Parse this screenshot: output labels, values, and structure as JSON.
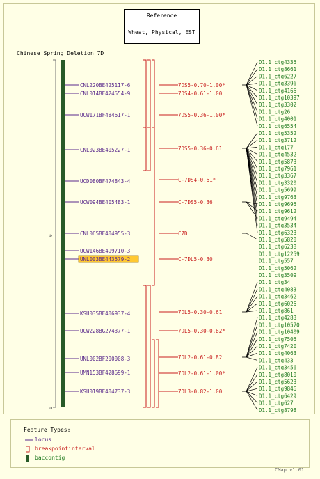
{
  "reference": {
    "line1": "Reference",
    "line2": "Wheat, Physical, EST"
  },
  "map": {
    "title": "Chinese_Spring_Deletion_7D",
    "ruler_top_label": "0",
    "ruler_bottom_label": "1"
  },
  "colors": {
    "locus": "#5a2a8c",
    "breakpoint": "#c81e1e",
    "contig": "#1f7a1f",
    "bar": "#285a28",
    "highlight_fill": "#ffc830"
  },
  "loci": [
    {
      "label": "CNL220BE425117-6",
      "highlight": false
    },
    {
      "label": "CNL014BE424554-9",
      "highlight": false
    },
    {
      "label": "UCW171BF484617-1",
      "highlight": false
    },
    {
      "label": "CNL023BE405227-1",
      "highlight": false
    },
    {
      "label": "UCD080BF474843-4",
      "highlight": false
    },
    {
      "label": "UCW094BE405483-1",
      "highlight": false
    },
    {
      "label": "CNL065BE404955-3",
      "highlight": false
    },
    {
      "label": "UCW146BE499710-3",
      "highlight": false
    },
    {
      "label": "UNL003BE443579-2",
      "highlight": true
    },
    {
      "label": "KSU035BE406937-4",
      "highlight": false
    },
    {
      "label": "UCW228BG274377-1",
      "highlight": false
    },
    {
      "label": "UNL002BF200008-3",
      "highlight": false
    },
    {
      "label": "UMN153BF428699-1",
      "highlight": false
    },
    {
      "label": "KSU019BE404737-3",
      "highlight": false
    }
  ],
  "intervals": [
    "7DS5-0.70-1.00*",
    "7DS4-0.61-1.00",
    "7DS5-0.36-1.00*",
    "7DS5-0.36-0.61",
    "C-7DS4-0.61*",
    "C-7DS5-0.36",
    "C7D",
    "C-7DL5-0.30",
    "7DL5-0.30-0.61",
    "7DL5-0.30-0.82*",
    "7DL2-0.61-0.82",
    "7DL2-0.61-1.00*",
    "7DL3-0.82-1.00"
  ],
  "contigs": [
    "D1.1_ctg4335",
    "D1.1_ctg8661",
    "D1.1_ctg6227",
    "D1.1_ctg3396",
    "D1.1_ctg4166",
    "D1.1_ctg10397",
    "D1.1_ctg3302",
    "D1.1_ctg26",
    "D1.1_ctg4001",
    "D1.1_ctg6554",
    "D1.1_ctg5352",
    "D1.1_ctg3712",
    "D1.1_ctg177",
    "D1.1_ctg4532",
    "D1.1_ctg5873",
    "D1.1_ctg7961",
    "D1.1_ctg3367",
    "D1.1_ctg3320",
    "D1.1_ctg5699",
    "D1.1_ctg9763",
    "D1.1_ctg9695",
    "D1.1_ctg9612",
    "D1.1_ctg9494",
    "D1.1_ctg3534",
    "D1.1_ctg6323",
    "D1.1_ctg5820",
    "D1.1_ctg6238",
    "D1.1_ctg12259",
    "D1.1_ctg557",
    "D1.1_ctg5062",
    "D1.1_ctg3509",
    "D1.1_ctg34",
    "D1.1_ctg4083",
    "D1.1_ctg3462",
    "D1.1_ctg6026",
    "D1.1_ctg861",
    "D1.1_ctg4283",
    "D1.1_ctg10570",
    "D1.1_ctg10409",
    "D1.1_ctg7505",
    "D1.1_ctg7420",
    "D1.1_ctg4063",
    "D1.1_ctg433",
    "D1.1_ctg3456",
    "D1.1_ctg8010",
    "D1.1_ctg5623",
    "D1.1_ctg9846",
    "D1.1_ctg6429",
    "D1.1_ctg627",
    "D1.1_ctg8798"
  ],
  "legend": {
    "title": "Feature Types:",
    "items": [
      {
        "label": "locus",
        "symbol": "line"
      },
      {
        "label": "breakpointinterval",
        "symbol": "bracket"
      },
      {
        "label": "baccontig",
        "symbol": "bar"
      }
    ]
  },
  "version": "CMap v1.01"
}
